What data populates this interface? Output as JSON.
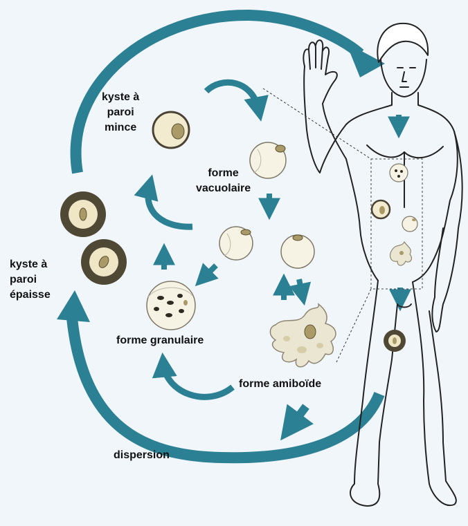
{
  "labels": {
    "thin_cyst": [
      "kyste à",
      "paroi",
      "mince"
    ],
    "vacuolar": [
      "forme",
      "vacuolaire"
    ],
    "thick_cyst": [
      "kyste à",
      "paroi",
      "épaisse"
    ],
    "granular": "forme granulaire",
    "amoeboid": "forme amiboïde",
    "dispersion": "dispersion"
  },
  "colors": {
    "background": "#f1f6fb",
    "arrow": "#2c8094",
    "cell_fill": "#f5f1e2",
    "cell_outline": "#7d7868",
    "nucleus": "#a99a68",
    "thick_wall": "#4f4835",
    "body_line": "#222222"
  },
  "icons": [
    "cycle-arrow",
    "cyst-icon",
    "cell-icon",
    "human-figure-icon"
  ]
}
